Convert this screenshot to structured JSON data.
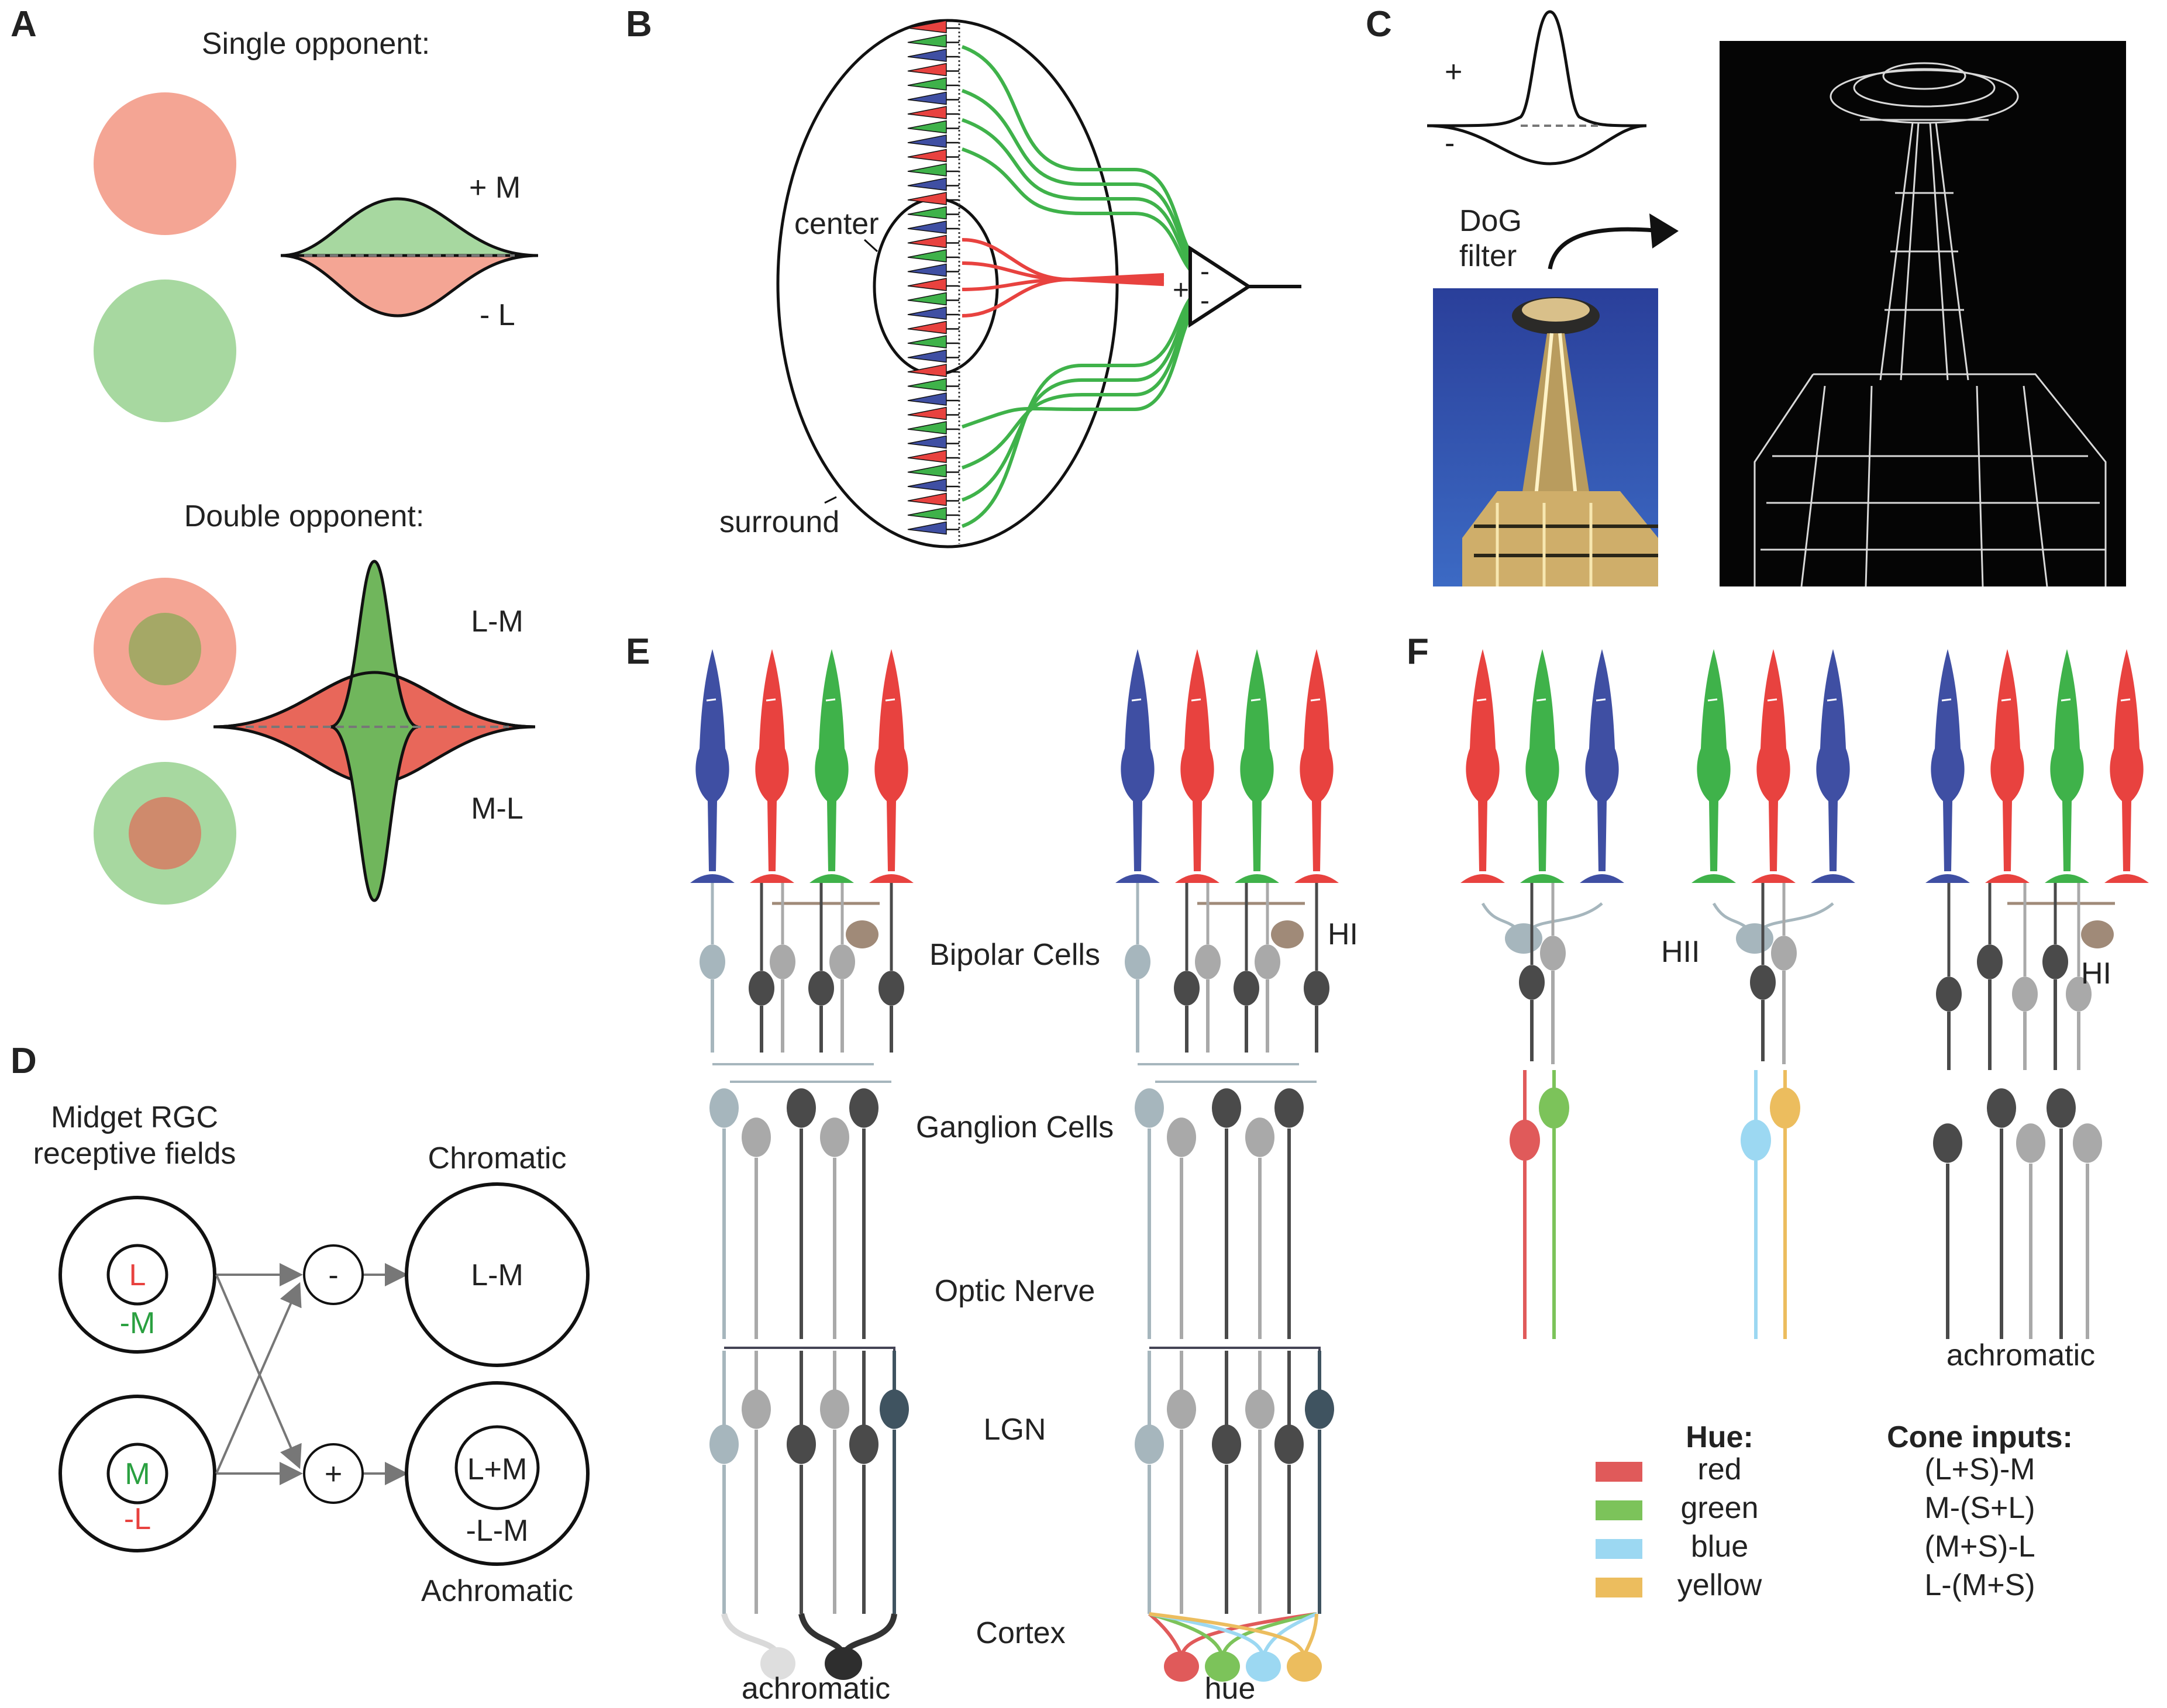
{
  "panels": {
    "A": {
      "letter": "A",
      "single_title": "Single opponent:",
      "single_plus": "+ M",
      "single_minus": "- L",
      "double_title": "Double opponent:",
      "double_top": "L-M",
      "double_bottom": "M-L"
    },
    "B": {
      "letter": "B",
      "center": "center",
      "surround": "surround",
      "plus": "+",
      "minus": "-"
    },
    "C": {
      "letter": "C",
      "plus": "+",
      "minus": "-",
      "filter_line1": "DoG",
      "filter_line2": "filter"
    },
    "D": {
      "letter": "D",
      "title_line1": "Midget RGC",
      "title_line2": "receptive fields",
      "chromatic": "Chromatic",
      "achromatic": "Achromatic",
      "rf1_center": "L",
      "rf1_surround": "-M",
      "rf2_center": "M",
      "rf2_surround": "-L",
      "op_minus": "-",
      "op_plus": "+",
      "out1": "L-M",
      "out2_center": "L+M",
      "out2_surround": "-L-M"
    },
    "E": {
      "letter": "E",
      "bipolar": "Bipolar Cells",
      "ganglion": "Ganglion Cells",
      "optic": "Optic Nerve",
      "lgn": "LGN",
      "cortex": "Cortex",
      "hi": "HI",
      "achromatic": "achromatic",
      "hue": "hue"
    },
    "F": {
      "letter": "F",
      "hii": "HII",
      "hi": "HI",
      "achromatic": "achromatic"
    }
  },
  "legend": {
    "hue_header": "Hue:",
    "cone_header": "Cone inputs:",
    "rows": [
      {
        "hue": "red",
        "cone": "(L+S)-M",
        "color": "#e05a5a"
      },
      {
        "hue": "green",
        "cone": "M-(S+L)",
        "color": "#7cc35a"
      },
      {
        "hue": "blue",
        "cone": "(M+S)-L",
        "color": "#9cd8f2"
      },
      {
        "hue": "yellow",
        "cone": "L-(M+S)",
        "color": "#ecbd5e"
      }
    ]
  },
  "colors": {
    "cone_S": "#3f4fa3",
    "cone_L": "#e8423f",
    "cone_M": "#3fb24a",
    "rf_red": "#f4a594",
    "rf_green": "#a7d8a0",
    "bipolar_light": "#a6b6bd",
    "cell_dark": "#4a4a4a",
    "cell_grey": "#a9a9a9",
    "horizontal": "#a08a78"
  }
}
